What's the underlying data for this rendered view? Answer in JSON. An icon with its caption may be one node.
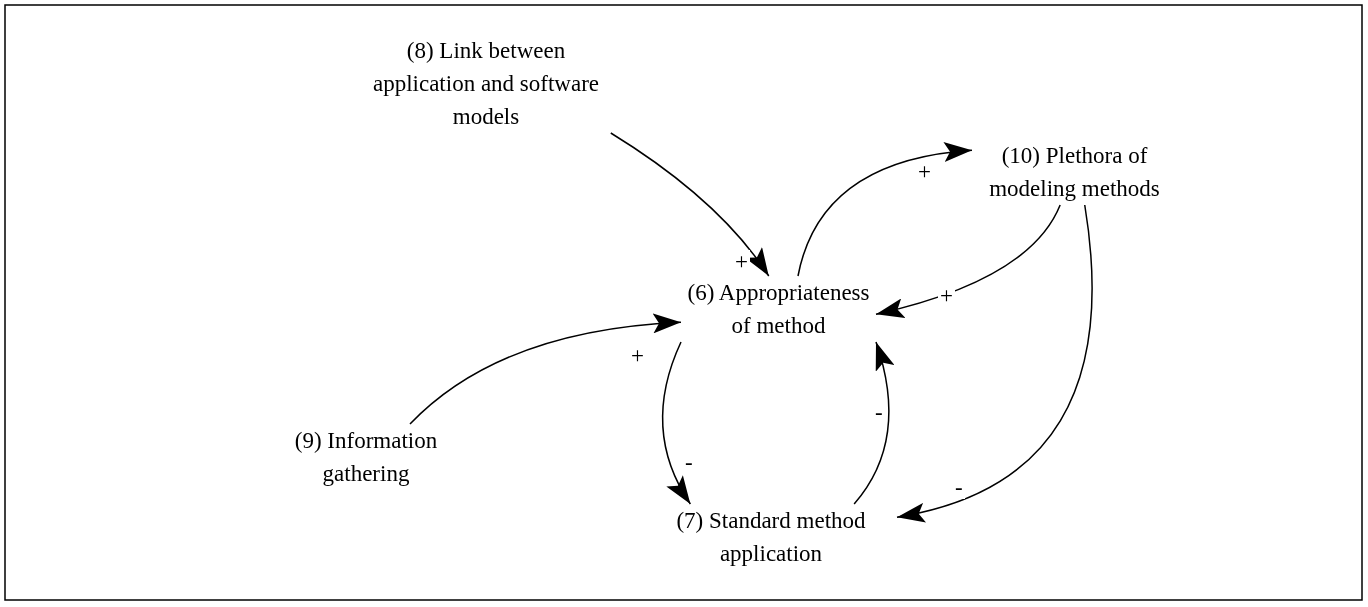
{
  "diagram": {
    "nodes": [
      {
        "text": [
          "(8) Link between application and software models"
        ]
      },
      {
        "text": [
          "(10) Plethora of modeling methods"
        ]
      },
      {
        "text": [
          "(6) Appropriateness of method"
        ]
      },
      {
        "text": [
          "(9) Information gathering"
        ]
      },
      {
        "text": [
          "(7) Standard method application"
        ]
      }
    ],
    "edges": [
      {
        "from": 0,
        "to": 2,
        "arrow": "to",
        "label": "+"
      },
      {
        "from": 2,
        "to": 1,
        "arrow": "to",
        "label": "+"
      },
      {
        "from": 1,
        "to": 2,
        "arrow": "to",
        "label": "+"
      },
      {
        "from": 3,
        "to": 2,
        "arrow": "to",
        "label": "+"
      },
      {
        "from": 2,
        "to": 4,
        "arrow": "to",
        "label": "-"
      },
      {
        "from": 4,
        "to": 2,
        "arrow": "to",
        "label": "-"
      },
      {
        "from": 1,
        "to": 4,
        "arrow": "to",
        "label": "-"
      }
    ]
  }
}
